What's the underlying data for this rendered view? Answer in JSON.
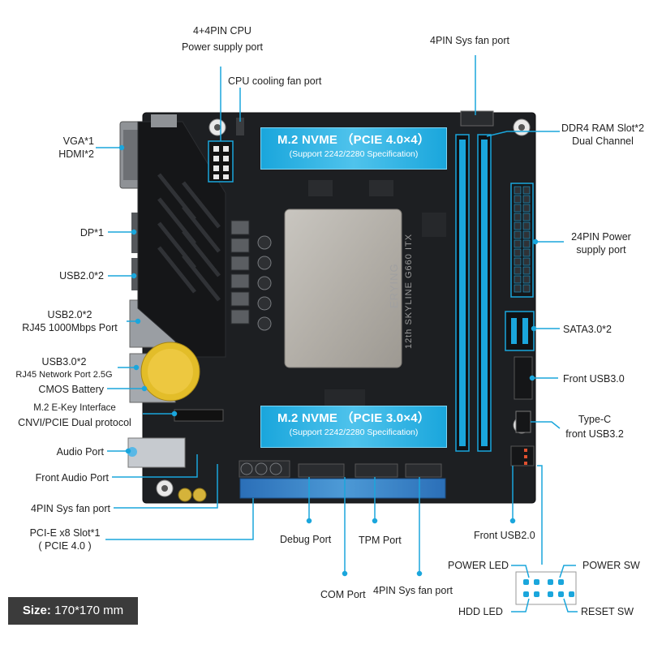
{
  "labels": {
    "cpu_power": [
      "4+4PIN CPU",
      "Power supply port"
    ],
    "cpu_fan": "CPU cooling fan port",
    "sys_fan_top": "4PIN Sys fan port",
    "ddr4": [
      "DDR4 RAM Slot*2",
      "Dual Channel"
    ],
    "vga_hdmi": [
      "VGA*1",
      "HDMI*2"
    ],
    "dp": "DP*1",
    "usb20": "USB2.0*2",
    "usb20_rj45": [
      "USB2.0*2",
      "RJ45 1000Mbps Port"
    ],
    "usb30_rj45": [
      "USB3.0*2",
      "RJ45 Network Port 2.5G"
    ],
    "cmos": "CMOS Battery",
    "m2_ekey": [
      "M.2 E-Key Interface",
      "CNVI/PCIE Dual protocol"
    ],
    "audio": "Audio Port",
    "front_audio": "Front Audio Port",
    "sys_fan_left": "4PIN Sys fan port",
    "pcie": [
      "PCI-E x8 Slot*1",
      "( PCIE 4.0 )"
    ],
    "power24": [
      "24PIN Power",
      "supply port"
    ],
    "sata": "SATA3.0*2",
    "front_usb30": "Front USB3.0",
    "typec": [
      "Type-C",
      "front USB3.2"
    ],
    "front_usb20": "Front USB2.0",
    "debug": "Debug Port",
    "tpm": "TPM Port",
    "com": "COM Port",
    "sys_fan_bottom": "4PIN Sys fan port",
    "power_led": "POWER LED",
    "power_sw": "POWER SW",
    "hdd_led": "HDD LED",
    "reset_sw": "RESET SW"
  },
  "m2_top": {
    "title": "M.2 NVME （PCIE 4.0×4）",
    "subtitle": "(Support 2242/2280 Specification)"
  },
  "m2_bottom": {
    "title": "M.2 NVME （PCIE 3.0×4）",
    "subtitle": "(Support 2242/2280 Specification)"
  },
  "board_silk": {
    "brand": "ERYING",
    "model": "12th SKYLINE G660 ITX"
  },
  "size_badge": {
    "label": "Size:",
    "value": "170*170 mm"
  },
  "colors": {
    "accent": "#1aa6dc",
    "board": "#1d1f22",
    "leader": "#1aa6dc"
  }
}
